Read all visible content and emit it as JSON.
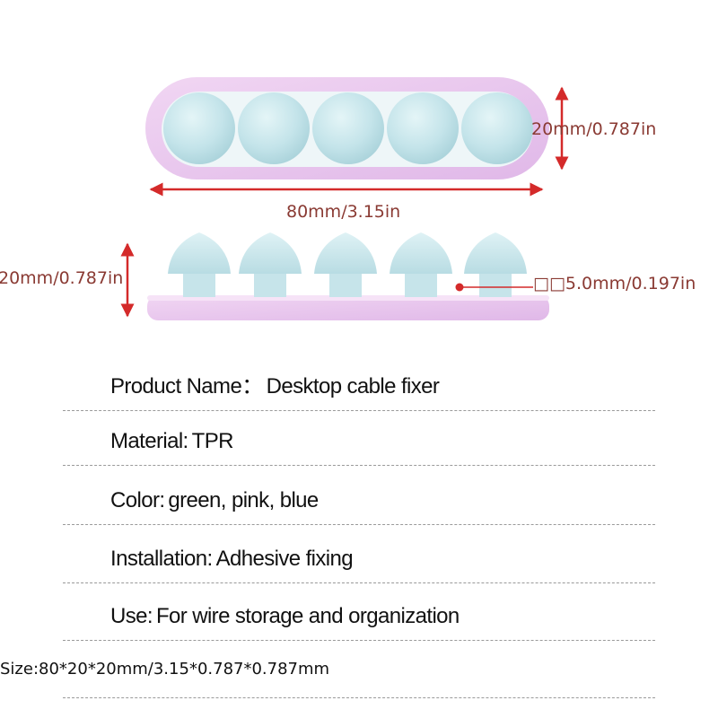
{
  "dimensions": {
    "top_height": "20mm/0.787in",
    "top_length": "80mm/3.15in",
    "side_height": "20mm/0.787in",
    "hole_diameter": "5.0mm/0.197in",
    "hole_prefix": "□□"
  },
  "specs": [
    {
      "label": "Product Name：",
      "value": "Desktop cable fixer"
    },
    {
      "label": "Material:",
      "value": "TPR"
    },
    {
      "label": "Color:",
      "value": "green, pink, blue"
    },
    {
      "label": "Installation:",
      "value": "Adhesive fixing"
    },
    {
      "label": "Use:",
      "value": "For wire storage and organization"
    }
  ],
  "size": "Size:80*20*20mm/3.15*0.787*0.787mm",
  "colors": {
    "base_pink": "#e6c2ec",
    "knob_blue": "#c4e6ec",
    "tray_bg": "#eef6f8",
    "arrow_red": "#d42a2a",
    "text_dark": "#111111"
  }
}
